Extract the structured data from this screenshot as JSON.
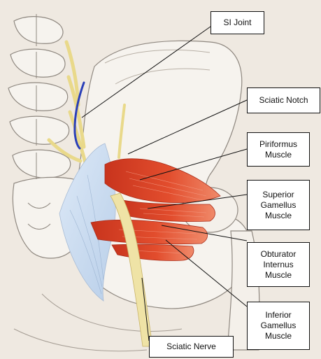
{
  "labels": {
    "si_joint": "SI Joint",
    "sciatic_notch": "Sciatic Notch",
    "piriformus_muscle": "Piriformus\nMuscle",
    "superior_gamellus_muscle": "Superior\nGamellus\nMuscle",
    "obturator_internus_muscle": "Obturator\nInternus\nMuscle",
    "inferior_gamellus_muscle": "Inferior\nGamellus\nMuscle",
    "sciatic_nerve": "Sciatic Nerve"
  },
  "colors": {
    "paper": "#efe9e1",
    "bone": "#f6f3ee",
    "bone_outline": "#8f8880",
    "muscle": "#e0482a",
    "muscle_dark": "#b8301c",
    "ligament": "#cfe0f3",
    "nerve": "#efe3a6",
    "joint_line": "#2a3fb8",
    "leader": "#111111"
  }
}
